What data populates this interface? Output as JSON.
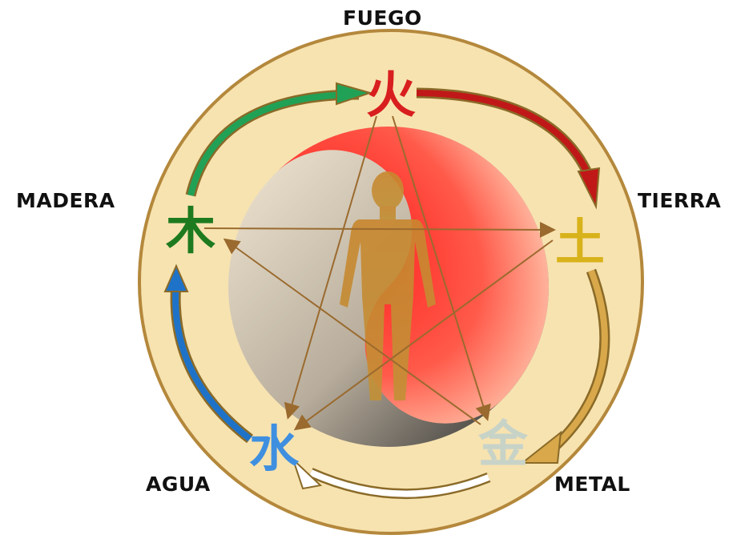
{
  "labels": {
    "fire": "FUEGO",
    "wood": "MADERA",
    "earth": "TIERRA",
    "water": "AGUA",
    "metal": "METAL"
  },
  "glyphs": {
    "fire": "火",
    "wood": "木",
    "earth": "土",
    "water": "水",
    "metal": "金"
  },
  "colors": {
    "fire": "#d81e1e",
    "wood": "#1e7a1e",
    "earth": "#d8b21a",
    "water": "#3f8fe0",
    "metal": "#c8d3c8",
    "circle_fill": "#f7e3b0",
    "circle_stroke": "#b4883c",
    "star_lines": "#9a6a2e"
  }
}
